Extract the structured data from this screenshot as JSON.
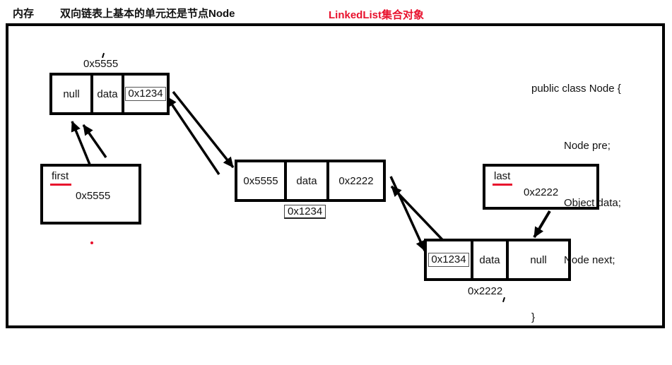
{
  "header": {
    "memory_label": "内存",
    "title": "双向链表上基本的单元还是节点Node",
    "linkedlist_label": "LinkedList集合对象",
    "accent_color": "#e8112d",
    "line_color": "#000000"
  },
  "code_block": {
    "lines": [
      "public class Node {",
      "Node pre;",
      "Object data;",
      "Node next;",
      "}"
    ]
  },
  "nodes": [
    {
      "address_label": "0x5555",
      "cells": [
        "null",
        "data",
        "0x1234"
      ]
    },
    {
      "address_label": "0x1234",
      "cells": [
        "0x5555",
        "data",
        "0x2222"
      ]
    },
    {
      "address_label": "0x2222",
      "cells": [
        "0x1234",
        "data",
        "null"
      ]
    }
  ],
  "pointers": {
    "first": {
      "label": "first",
      "address": "0x5555"
    },
    "last": {
      "label": "last",
      "address": "0x2222"
    }
  }
}
